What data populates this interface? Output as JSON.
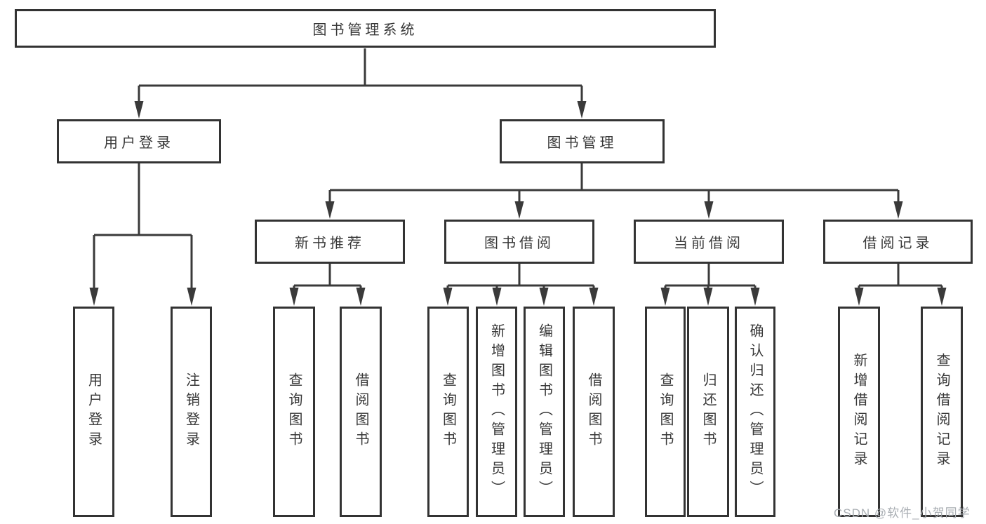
{
  "title": "图书管理系统",
  "watermark": "CSDN @软件_小贺同学",
  "colors": {
    "background": "#ffffff",
    "box_background": "#ffffff",
    "border": "#333333",
    "line": "#3a3a3a",
    "text": "#383838",
    "watermark": "#a9aeb3"
  },
  "tree": {
    "label": "图书管理系统",
    "children": [
      {
        "label": "用户登录",
        "children": [
          {
            "label": "用户登录"
          },
          {
            "label": "注销登录"
          }
        ]
      },
      {
        "label": "图书管理",
        "children": [
          {
            "label": "新书推荐",
            "children": [
              {
                "label": "查询图书"
              },
              {
                "label": "借阅图书"
              }
            ]
          },
          {
            "label": "图书借阅",
            "children": [
              {
                "label": "查询图书"
              },
              {
                "label": "新增图书（管理员）"
              },
              {
                "label": "编辑图书（管理员）"
              },
              {
                "label": "借阅图书"
              }
            ]
          },
          {
            "label": "当前借阅",
            "children": [
              {
                "label": "查询图书"
              },
              {
                "label": "归还图书"
              },
              {
                "label": "确认归还（管理员）"
              }
            ]
          },
          {
            "label": "借阅记录",
            "children": [
              {
                "label": "新增借阅记录"
              },
              {
                "label": "查询借阅记录"
              }
            ]
          }
        ]
      }
    ]
  }
}
